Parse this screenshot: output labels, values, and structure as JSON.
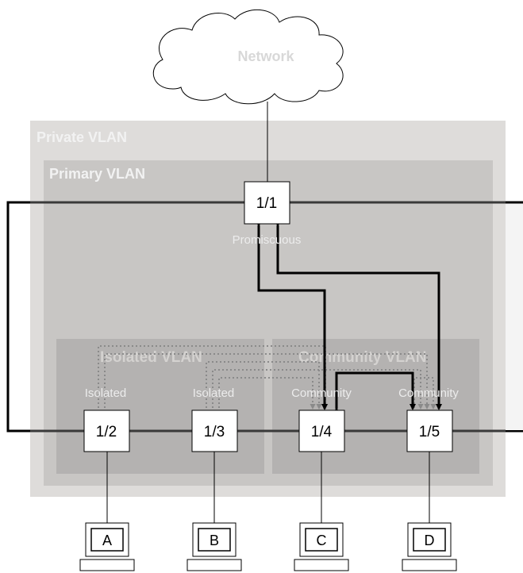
{
  "cloud": {
    "label": "Network"
  },
  "regions": {
    "private_vlan": "Private VLAN",
    "primary_vlan": "Primary VLAN",
    "isolated_vlan": "Isolated VLAN",
    "community_vlan": "Community VLAN"
  },
  "ports": [
    {
      "id": "1/1",
      "role": "Promiscuous"
    },
    {
      "id": "1/2",
      "role": "Isolated"
    },
    {
      "id": "1/3",
      "role": "Isolated"
    },
    {
      "id": "1/4",
      "role": "Community"
    },
    {
      "id": "1/5",
      "role": "Community"
    }
  ],
  "devices": [
    "A",
    "B",
    "C",
    "D"
  ],
  "colors": {
    "outer_bg": "#dedcda",
    "inner_bg": "#c8c6c4",
    "sub_bg": "#b4b2b1",
    "region_label": "#f2f2f2",
    "line": "#000000",
    "dotted": "#8a8a8a"
  }
}
